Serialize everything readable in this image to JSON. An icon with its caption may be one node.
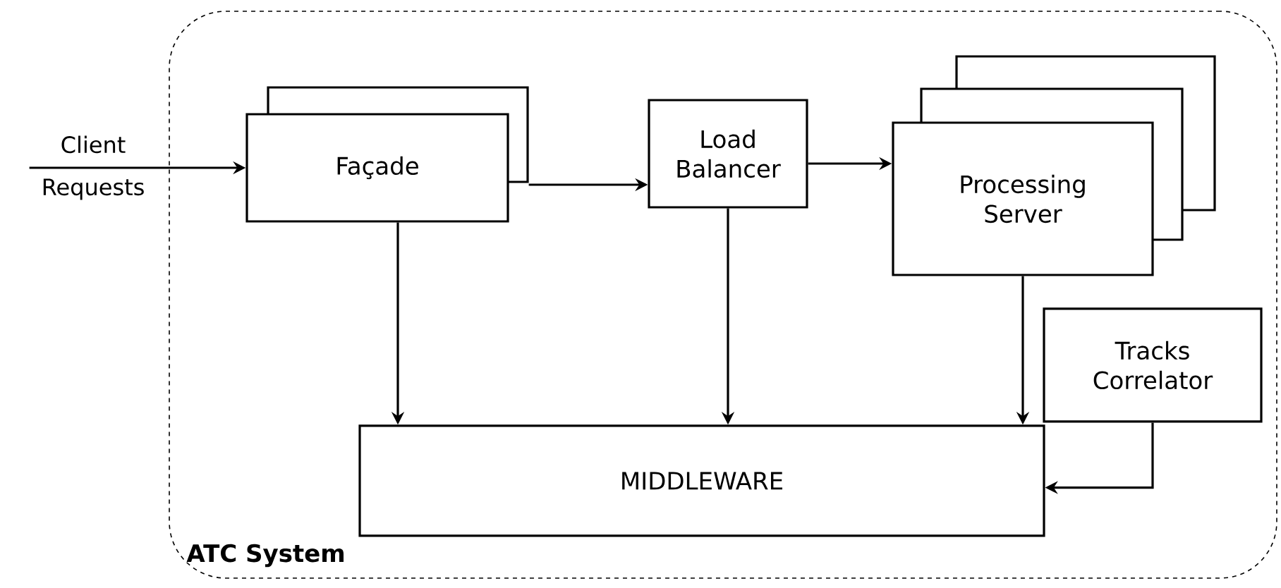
{
  "diagram": {
    "nodes": [
      {
        "text": [
          "ATC System"
        ]
      },
      {
        "text": [
          "Client Requests"
        ]
      },
      {
        "text": [
          "Façade"
        ],
        "in": 0
      },
      {
        "text": [
          "Load Balancer"
        ],
        "in": 0
      },
      {
        "text": [
          "Processing Server"
        ],
        "in": 0
      },
      {
        "text": [
          "Tracks Correlator"
        ],
        "in": 0
      },
      {
        "text": [
          "MIDDLEWARE"
        ],
        "in": 0
      }
    ],
    "edges": [
      {
        "from": 1,
        "to": 2,
        "arrow": "to"
      },
      {
        "from": 2,
        "to": 3,
        "arrow": "to"
      },
      {
        "from": 3,
        "to": 4,
        "arrow": "to"
      },
      {
        "from": 2,
        "to": 6,
        "arrow": "to"
      },
      {
        "from": 3,
        "to": 6,
        "arrow": "to"
      },
      {
        "from": 4,
        "to": 6,
        "arrow": "to"
      },
      {
        "from": 5,
        "to": 6,
        "arrow": "to"
      }
    ]
  }
}
